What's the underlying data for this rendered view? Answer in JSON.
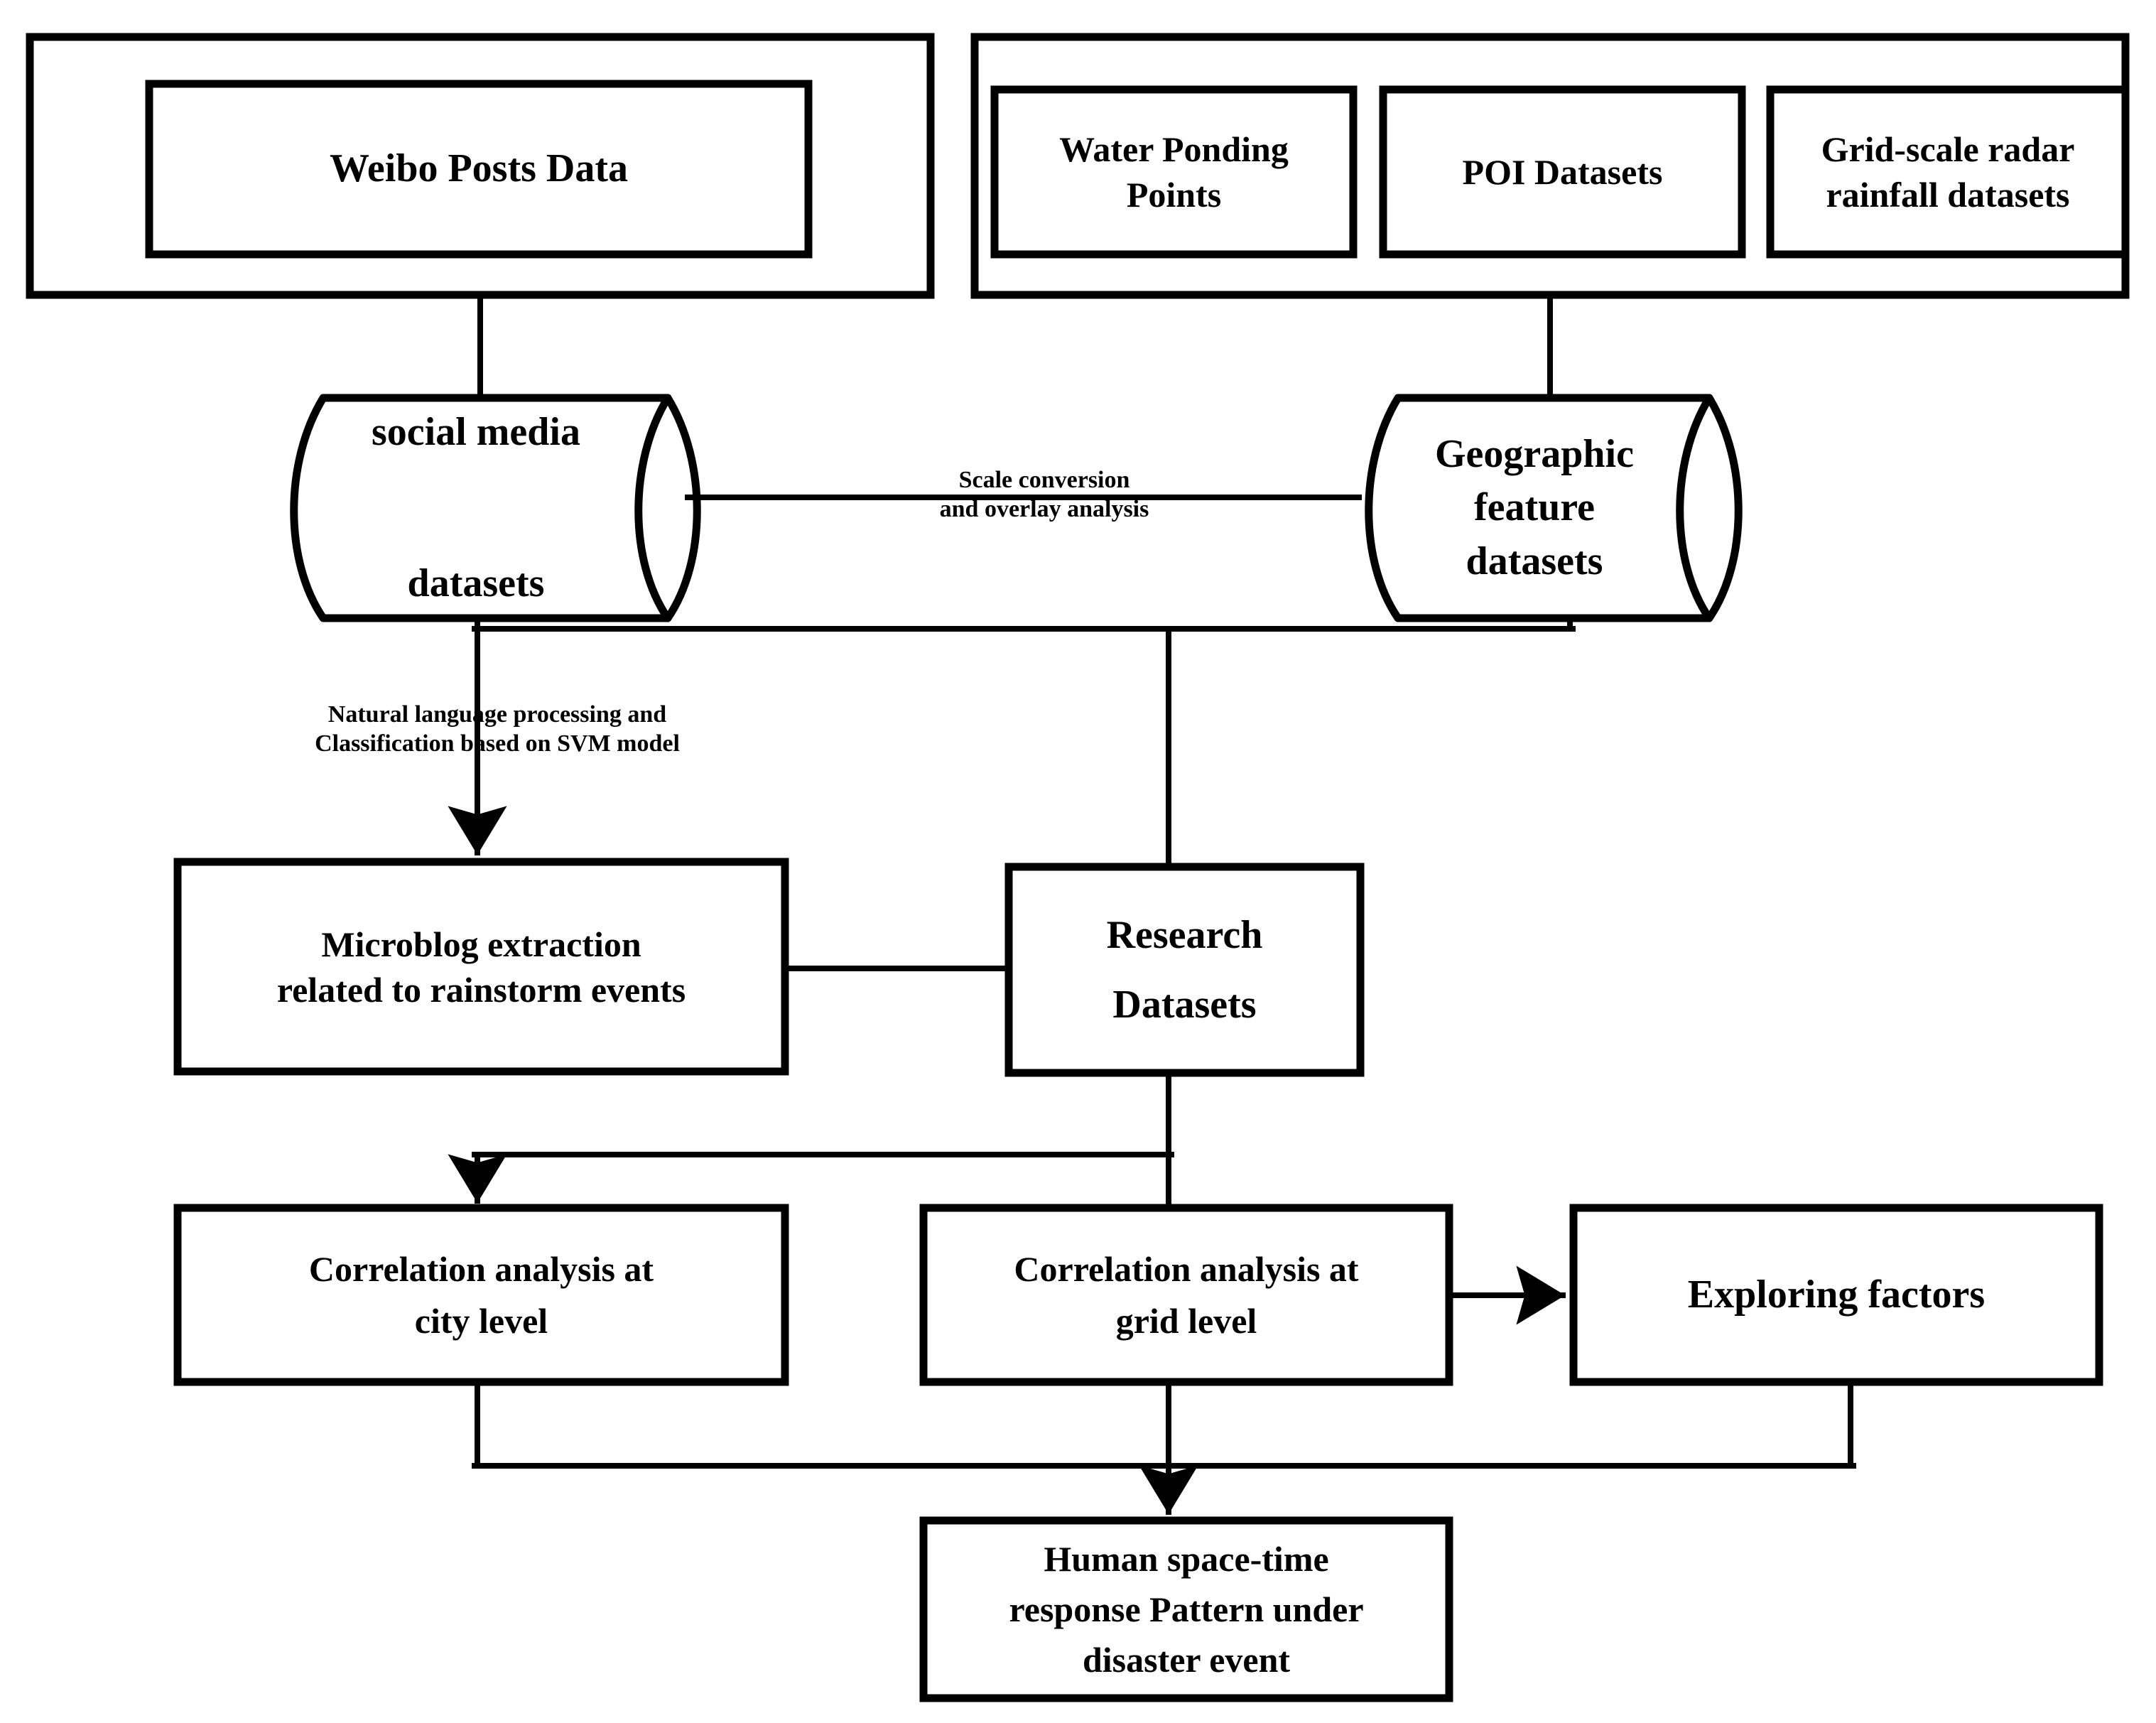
{
  "diagram": {
    "title": "Research workflow flowchart",
    "stroke_color": "#000000",
    "fill_color": "#ffffff",
    "background": "#ffffff"
  },
  "groups": {
    "social_source_group": "",
    "geo_source_group": ""
  },
  "nodes": {
    "weibo_posts_data": {
      "label": "Weibo Posts Data",
      "shape": "rect"
    },
    "water_ponding_points": {
      "label": "Water Ponding\nPoints",
      "shape": "rect"
    },
    "poi_datasets": {
      "label": "POI Datasets",
      "shape": "rect"
    },
    "grid_scale_radar": {
      "label": "Grid-scale radar\nrainfall datasets",
      "shape": "rect"
    },
    "social_media_datasets": {
      "label": "social media\n\ndatasets",
      "shape": "cylinder"
    },
    "geographic_feature_datasets": {
      "label": "Geographic\nfeature\ndatasets",
      "shape": "cylinder"
    },
    "microblog_extraction": {
      "label": "Microblog extraction\nrelated to rainstorm events",
      "shape": "rect"
    },
    "research_datasets": {
      "label": "Research\nDatasets",
      "shape": "rect"
    },
    "correlation_city": {
      "label": "Correlation analysis at\ncity level",
      "shape": "rect"
    },
    "correlation_grid": {
      "label": "Correlation analysis at\ngrid level",
      "shape": "rect"
    },
    "exploring_factors": {
      "label": "Exploring factors",
      "shape": "rect"
    },
    "human_response_pattern": {
      "label": "Human space-time\nresponse Pattern under\ndisaster event",
      "shape": "rect"
    }
  },
  "edge_labels": {
    "scale_conversion": "Scale conversion\nand overlay analysis",
    "nlp_svm": "Natural language processing and\nClassification based on SVM model"
  },
  "edges": [
    {
      "name": "weibo-to-social-media",
      "from": "weibo_posts_data",
      "to": "social_media_datasets",
      "arrow": false
    },
    {
      "name": "geo-sources-to-geo-datasets",
      "from": "geo_source_group",
      "to": "geographic_feature_datasets",
      "arrow": false
    },
    {
      "name": "social-media-to-geo-datasets",
      "from": "social_media_datasets",
      "to": "geographic_feature_datasets",
      "arrow": false,
      "label": "scale_conversion"
    },
    {
      "name": "social-media-to-microblog",
      "from": "social_media_datasets",
      "to": "microblog_extraction",
      "arrow": true,
      "label": "nlp_svm"
    },
    {
      "name": "datasets-bus-to-research-datasets",
      "from": "geographic_feature_datasets",
      "to": "research_datasets",
      "arrow": false
    },
    {
      "name": "microblog-to-research-datasets",
      "from": "microblog_extraction",
      "to": "research_datasets",
      "arrow": false
    },
    {
      "name": "research-datasets-to-correlation-city",
      "from": "research_datasets",
      "to": "correlation_city",
      "arrow": true
    },
    {
      "name": "research-datasets-to-correlation-grid",
      "from": "research_datasets",
      "to": "correlation_grid",
      "arrow": false
    },
    {
      "name": "correlation-grid-to-exploring-factors",
      "from": "correlation_grid",
      "to": "exploring_factors",
      "arrow": true
    },
    {
      "name": "results-bus-to-human-response",
      "from": "correlation_city",
      "to": "human_response_pattern",
      "arrow": true
    }
  ]
}
